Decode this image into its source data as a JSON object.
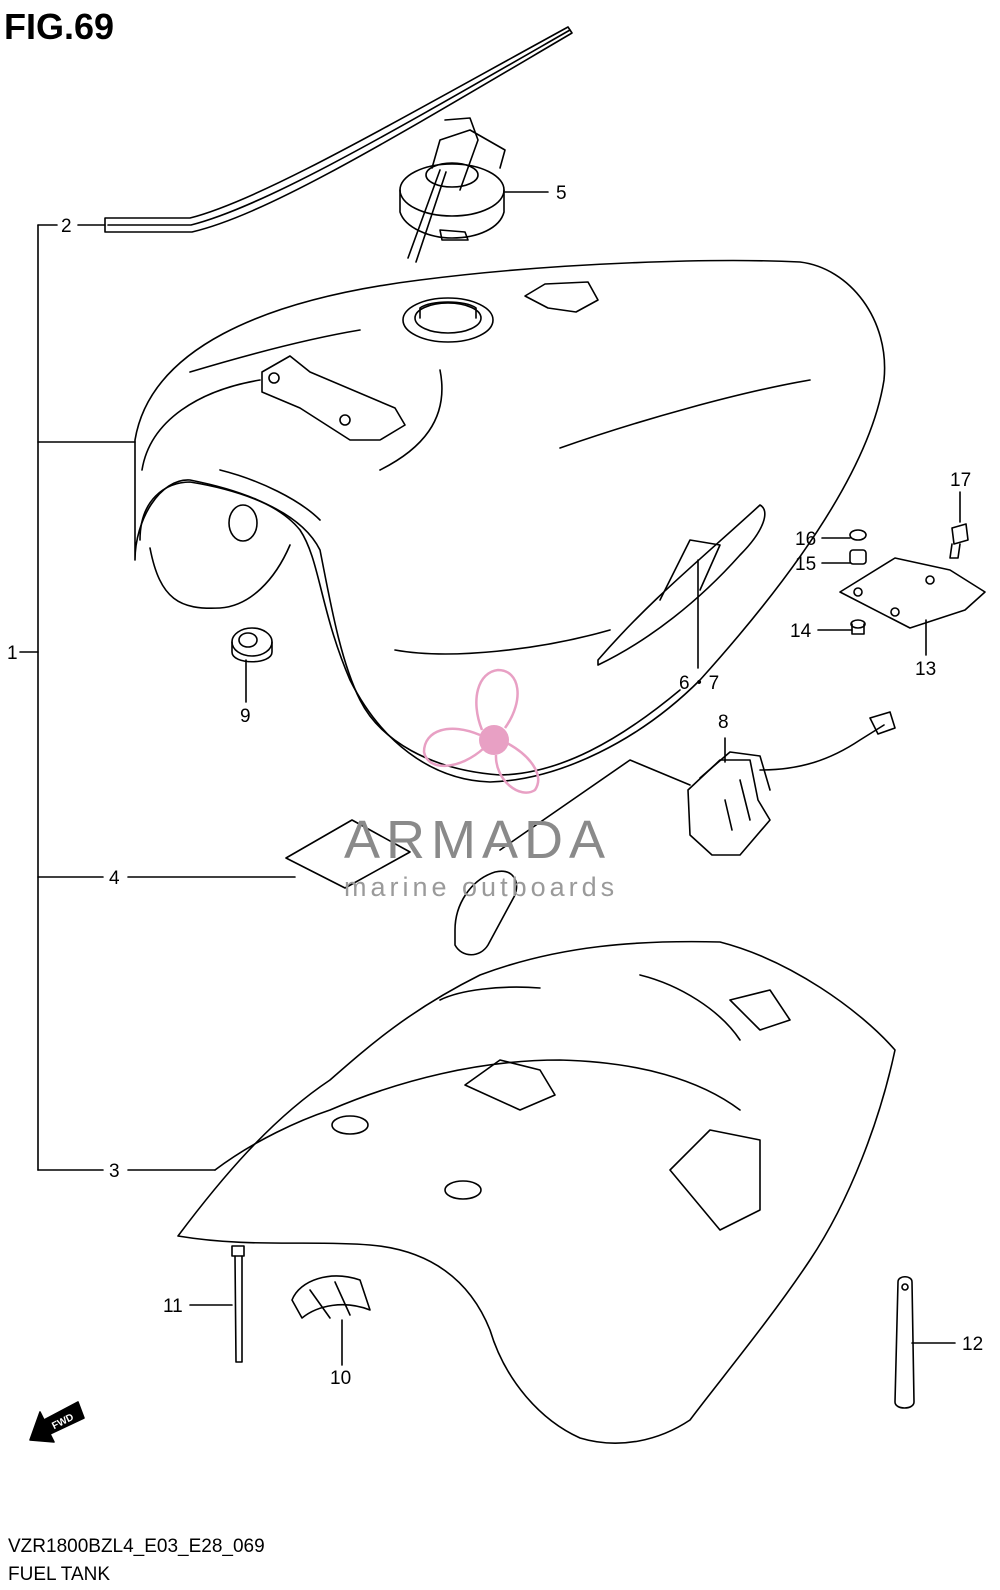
{
  "figure": {
    "title": "FIG.69",
    "model_code": "VZR1800BZL4_E03_E28_069",
    "caption": "FUEL TANK"
  },
  "callouts": [
    {
      "id": "c1",
      "label": "1"
    },
    {
      "id": "c2",
      "label": "2"
    },
    {
      "id": "c3",
      "label": "3"
    },
    {
      "id": "c4",
      "label": "4"
    },
    {
      "id": "c5",
      "label": "5"
    },
    {
      "id": "c67",
      "label": "6・7"
    },
    {
      "id": "c8",
      "label": "8"
    },
    {
      "id": "c9",
      "label": "9"
    },
    {
      "id": "c10",
      "label": "10"
    },
    {
      "id": "c11",
      "label": "11"
    },
    {
      "id": "c12",
      "label": "12"
    },
    {
      "id": "c13",
      "label": "13"
    },
    {
      "id": "c14",
      "label": "14"
    },
    {
      "id": "c15",
      "label": "15"
    },
    {
      "id": "c16",
      "label": "16"
    },
    {
      "id": "c17",
      "label": "17"
    }
  ],
  "watermark": {
    "brand": "ARMADA",
    "tagline": "marine outboards",
    "color": "#e8a0c4"
  },
  "direction_badge": "FWD"
}
